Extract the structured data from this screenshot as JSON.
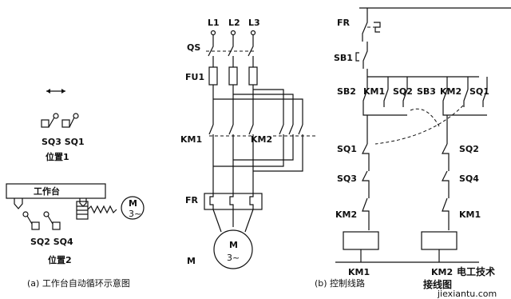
{
  "panel_a": {
    "caption": "(a) 工作台自动循环示意图",
    "sw_top": "SQ3 SQ1",
    "pos1": "位置1",
    "table": "工作台",
    "motor": "M",
    "motor_sub": "3~",
    "sw_bottom": "SQ2 SQ4",
    "pos2": "位置2"
  },
  "panel_b": {
    "caption": "(b) 控制线路",
    "L1": "L1",
    "L2": "L2",
    "L3": "L3",
    "QS": "QS",
    "FU1": "FU1",
    "KM1": "KM1",
    "KM2": "KM2",
    "FR": "FR",
    "M": "M",
    "motor": "M",
    "motor_sub": "3~"
  },
  "panel_c": {
    "FR": "FR",
    "SB1": "SB1",
    "SB2": "SB2",
    "KM1a": "KM1",
    "SQ2a": "SQ2",
    "SB3": "SB3",
    "KM2a": "KM2",
    "SQ1a": "SQ1",
    "SQ1": "SQ1",
    "SQ3": "SQ3",
    "KM2": "KM2",
    "SQ2": "SQ2",
    "SQ4": "SQ4",
    "KM1": "KM1",
    "coil1": "KM1",
    "coil2": "KM2"
  },
  "watermark": {
    "line1": "电工技术",
    "line2": "接线图",
    "url": "jiexiantu.com"
  }
}
